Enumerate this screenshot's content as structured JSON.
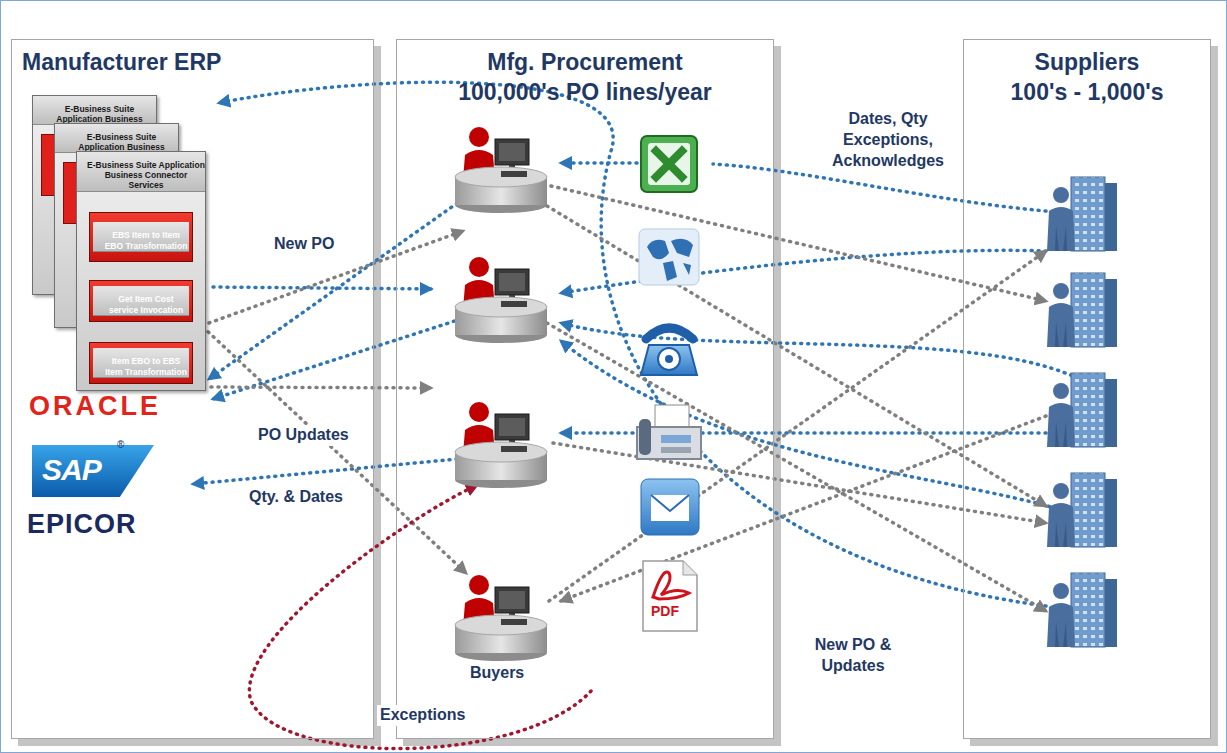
{
  "diagram": {
    "nodes": [
      {
        "text": [
          "Manufacturer ERP"
        ]
      },
      {
        "text": [
          "E-Business Suite Application Business"
        ],
        "in": 0
      },
      {
        "text": [
          "E-Business Suite Application Business"
        ],
        "in": 0
      },
      {
        "text": [
          "E-Business Suite Application Business Connector Services"
        ],
        "in": 0
      },
      {
        "text": [
          "EBS Item to Item EBO Transformation"
        ],
        "in": 3
      },
      {
        "text": [
          "Get Item Cost service Invocation"
        ],
        "in": 3
      },
      {
        "text": [
          "Item EBO to EBS Item Transformation"
        ],
        "in": 3
      },
      {
        "text": [
          "SAP"
        ],
        "in": 0
      },
      {
        "text": [
          "Mfg. Procurement",
          "100,000's PO lines/year"
        ]
      },
      {
        "text": [
          "Suppliers",
          "100's - 1,000's"
        ]
      }
    ],
    "labels": [
      "ORACLE",
      "®",
      "EPICOR",
      "New PO",
      "PO Updates",
      "Qty. & Dates",
      "Dates, Qty Exceptions, Acknowledges",
      "New PO & Updates",
      "Exceptions",
      "Buyers",
      "PDF"
    ]
  }
}
